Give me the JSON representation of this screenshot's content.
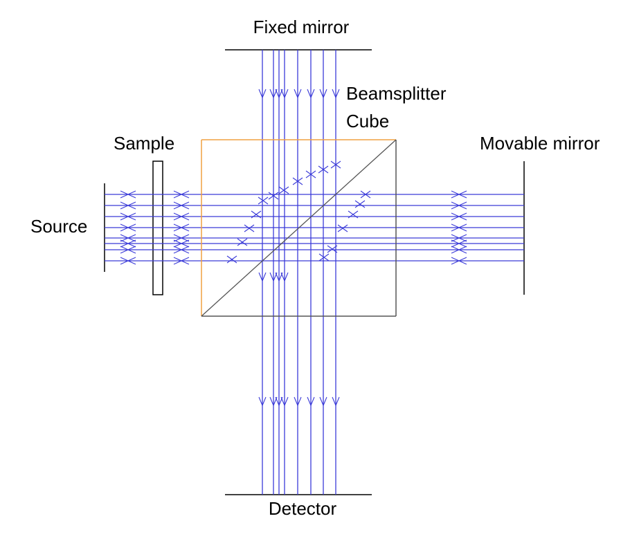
{
  "diagram": {
    "title": "",
    "labels": {
      "fixed_mirror": "Fixed mirror",
      "beamsplitter_line1": "Beamsplitter",
      "beamsplitter_line2": "Cube",
      "sample": "Sample",
      "movable_mirror": "Movable mirror",
      "source": "Source",
      "detector": "Detector"
    },
    "colors": {
      "beam": "#3a3ad8",
      "outline": "#000000",
      "sample_edge": "#f0a040",
      "diagonal": "#555555"
    },
    "components": [
      "source",
      "sample",
      "beamsplitter-cube",
      "fixed-mirror",
      "movable-mirror",
      "detector"
    ]
  }
}
